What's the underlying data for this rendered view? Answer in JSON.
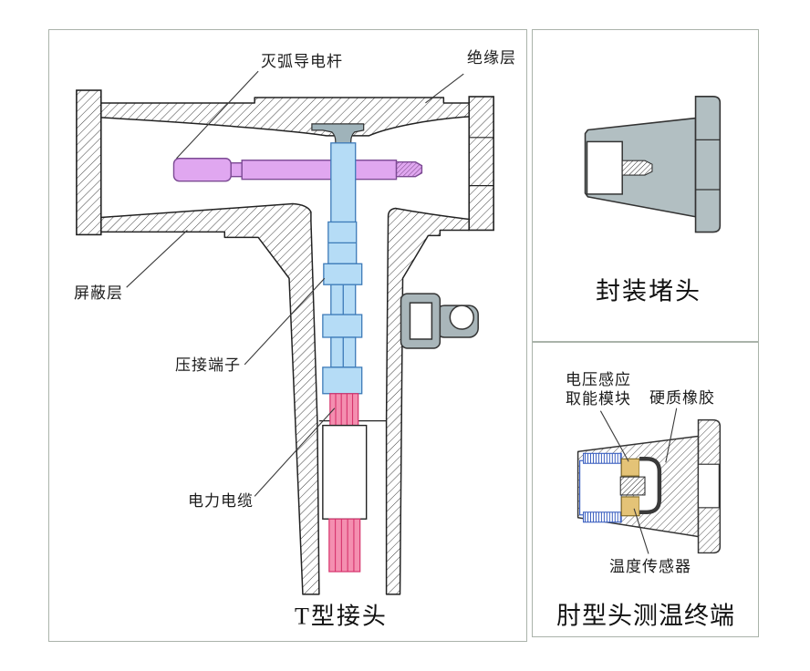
{
  "panels": {
    "t_joint": {
      "caption": "T型接头",
      "labels": {
        "arc_rod": "灭弧导电杆",
        "insulation": "绝缘层",
        "shield": "屏蔽层",
        "crimp_terminal": "压接端子",
        "power_cable": "电力电缆"
      }
    },
    "plug": {
      "caption": "封装堵头"
    },
    "elbow": {
      "caption": "肘型头测温终端",
      "labels": {
        "voltage_module_line1": "电压感应",
        "voltage_module_line2": "取能模块",
        "hard_rubber": "硬质橡胶",
        "temp_sensor": "温度传感器"
      }
    }
  },
  "colors": {
    "conductor_blue": "#b5dcf6",
    "conductor_blue_edge": "#3c7ab8",
    "rod_purple": "#e0a7f0",
    "rod_purple_edge": "#7c4a94",
    "cable_pink": "#f48fb0",
    "cable_pink_edge": "#d6336c",
    "metal_gray": "#b2bfc2",
    "lug_gray": "#a9b6ba",
    "cap_gray": "#9fb3ba",
    "module_tan": "#e4c377",
    "serration_blue": "#3a5fc0",
    "outline": "#222222",
    "panel_border": "#aab3aa"
  }
}
